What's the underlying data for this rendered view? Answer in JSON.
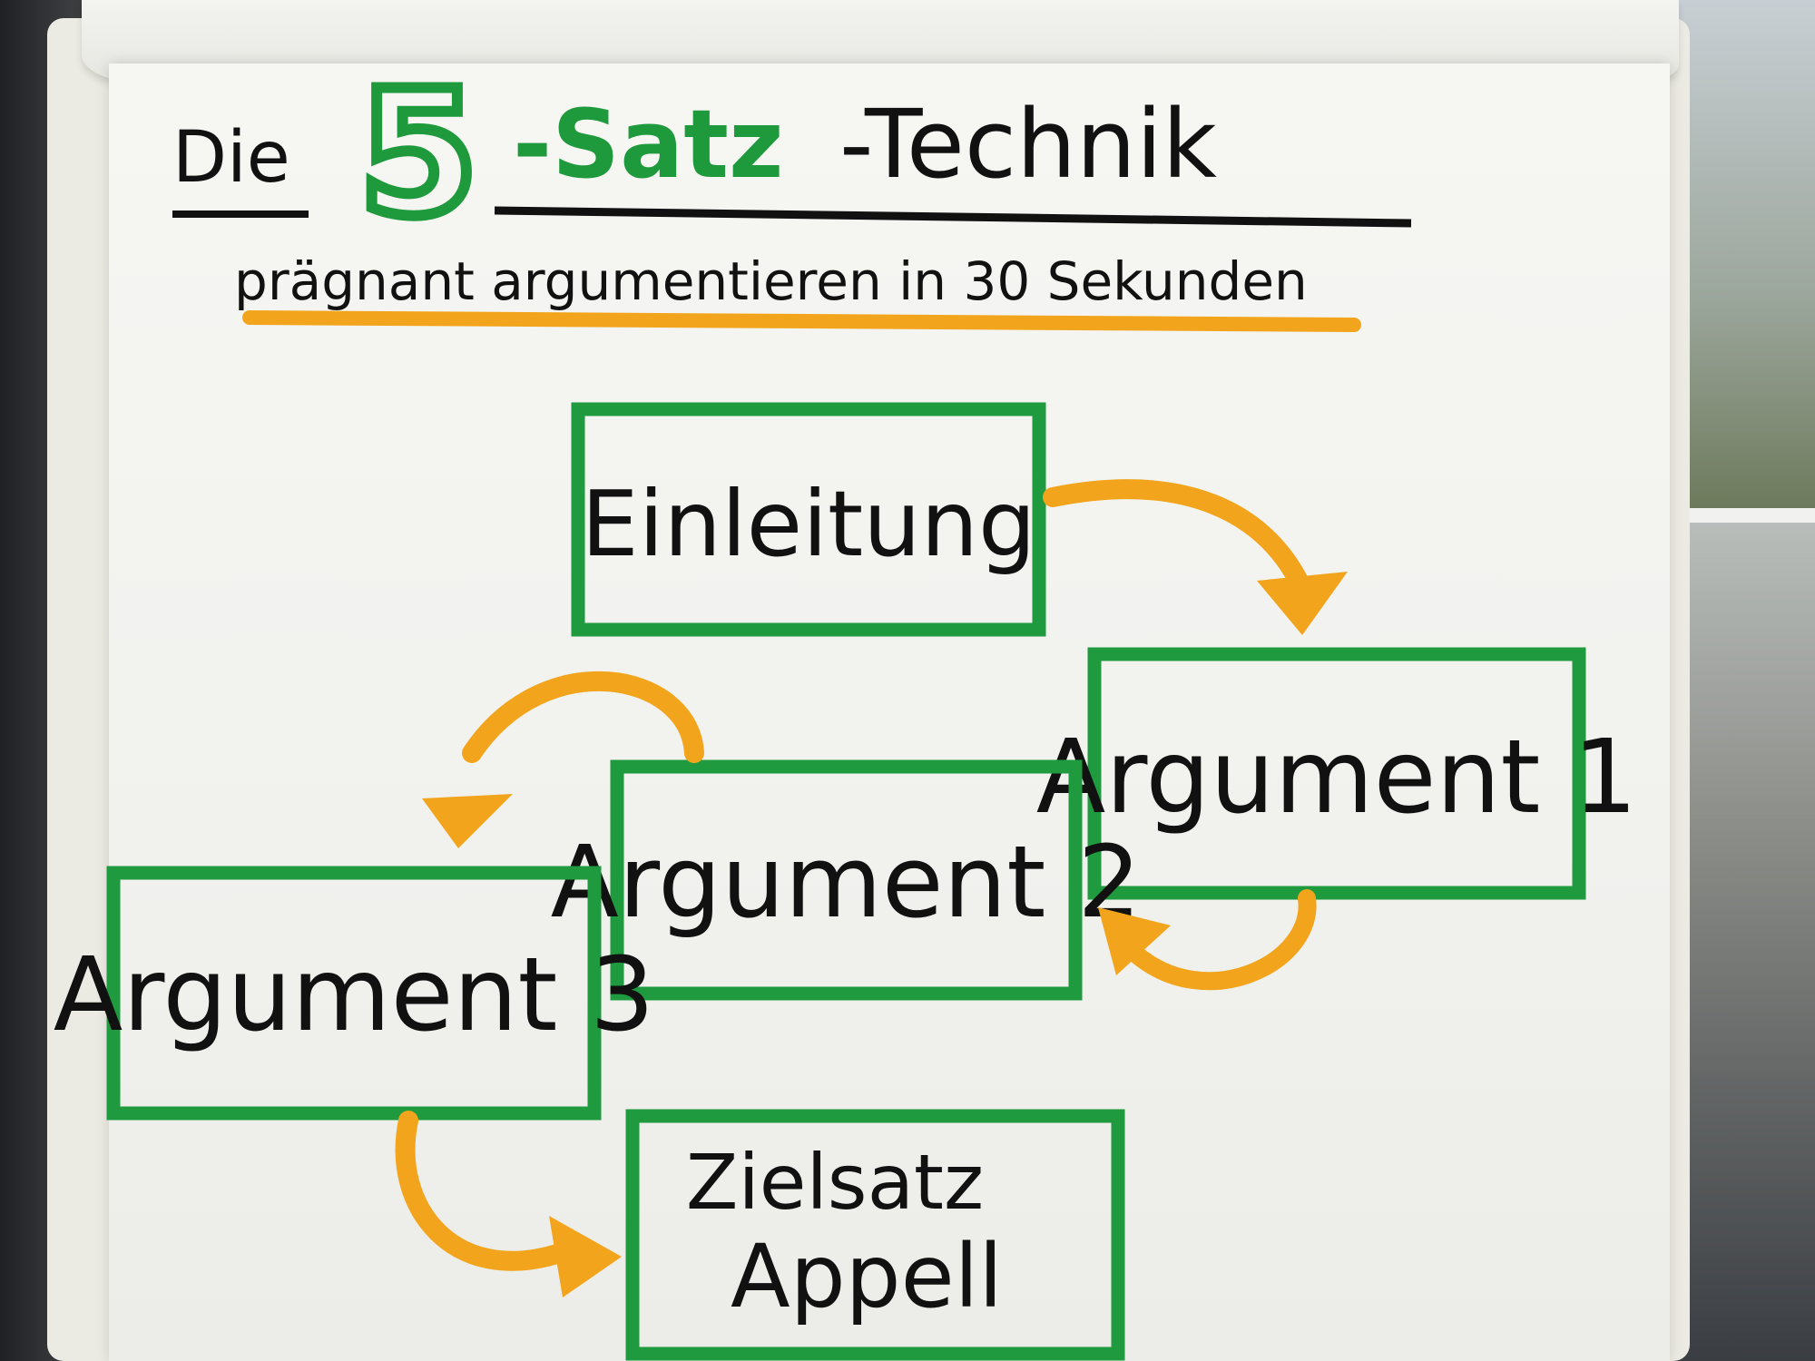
{
  "title": {
    "prefix": "Die",
    "number": "5",
    "word": "-Satz",
    "suffix": "-Technik"
  },
  "subtitle": "prägnant argumentieren in 30 Sekunden",
  "colors": {
    "box_border": "#1f9a3e",
    "arrow": "#f2a51c",
    "ink": "#111111",
    "title_green": "#1e9a3c",
    "underline": "#f2a51c"
  },
  "boxes": [
    {
      "id": "einleitung",
      "label": "Einleitung"
    },
    {
      "id": "argument1",
      "label": "Argument 1"
    },
    {
      "id": "argument2",
      "label": "Argument 2"
    },
    {
      "id": "argument3",
      "label": "Argument 3"
    },
    {
      "id": "zielsatz",
      "label_line1": "Zielsatz",
      "label_line2": "Appell"
    }
  ]
}
